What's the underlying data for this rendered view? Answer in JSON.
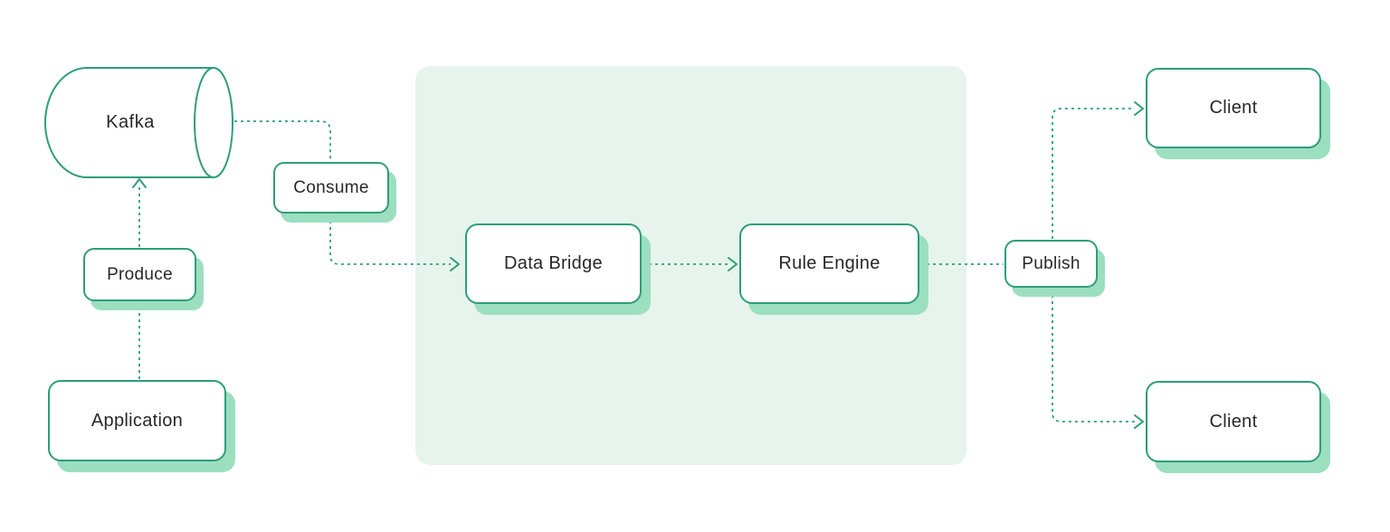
{
  "diagram": {
    "colors": {
      "stroke": "#2e9e78",
      "shadow": "#9cdfc0",
      "panel": "#e6f4ed",
      "text": "#282828",
      "node_fill": "#ffffff",
      "bg": "#ffffff"
    },
    "nodes": {
      "kafka": {
        "label": "Kafka",
        "shape": "cylinder"
      },
      "produce": {
        "label": "Produce",
        "shape": "rounded-rect"
      },
      "application": {
        "label": "Application",
        "shape": "rounded-rect"
      },
      "consume": {
        "label": "Consume",
        "shape": "rounded-rect"
      },
      "data_bridge": {
        "label": "Data Bridge",
        "shape": "rounded-rect"
      },
      "rule_engine": {
        "label": "Rule Engine",
        "shape": "rounded-rect"
      },
      "publish": {
        "label": "Publish",
        "shape": "rounded-rect"
      },
      "client_top": {
        "label": "Client",
        "shape": "rounded-rect"
      },
      "client_bottom": {
        "label": "Client",
        "shape": "rounded-rect"
      }
    },
    "edges": [
      {
        "from": "application",
        "to": "produce",
        "style": "dashed",
        "arrow": false
      },
      {
        "from": "produce",
        "to": "kafka",
        "style": "dashed",
        "arrow": true
      },
      {
        "from": "kafka",
        "to": "consume",
        "style": "dashed",
        "arrow": false
      },
      {
        "from": "consume",
        "to": "data_bridge",
        "style": "dashed",
        "arrow": true
      },
      {
        "from": "data_bridge",
        "to": "rule_engine",
        "style": "dashed",
        "arrow": true
      },
      {
        "from": "rule_engine",
        "to": "publish",
        "style": "dashed",
        "arrow": false
      },
      {
        "from": "publish",
        "to": "client_top",
        "style": "dashed",
        "arrow": true
      },
      {
        "from": "publish",
        "to": "client_bottom",
        "style": "dashed",
        "arrow": true
      }
    ]
  }
}
